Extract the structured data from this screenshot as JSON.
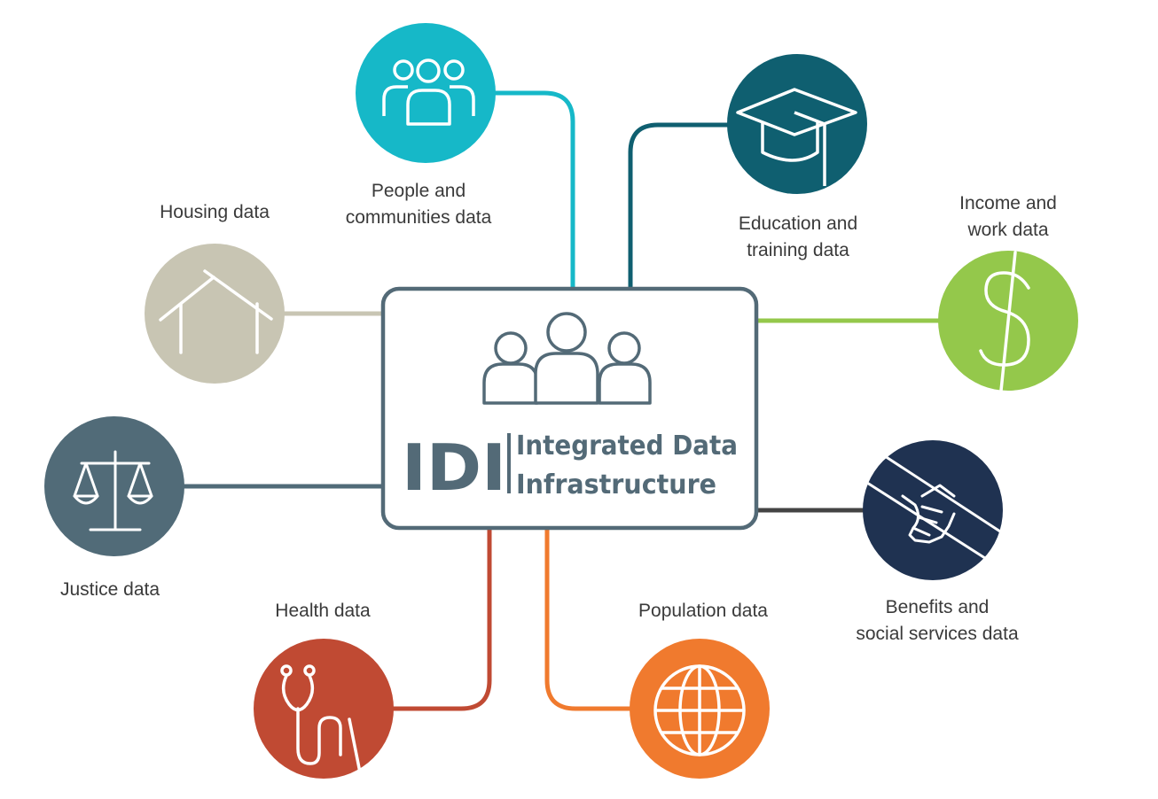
{
  "center": {
    "acronym": "IDI",
    "name_line1": "Integrated Data",
    "name_line2": "Infrastructure",
    "icon": "people-group-icon",
    "border_color": "#536a77"
  },
  "nodes": [
    {
      "id": "people",
      "label_lines": [
        "People and",
        "communities data"
      ],
      "icon": "people-group-icon",
      "color": "#16b8c8"
    },
    {
      "id": "education",
      "label_lines": [
        "Education and",
        "training data"
      ],
      "icon": "graduation-cap-icon",
      "color": "#0f5f70"
    },
    {
      "id": "income",
      "label_lines": [
        "Income and",
        "work data"
      ],
      "icon": "dollar-icon",
      "color": "#94c84b"
    },
    {
      "id": "benefits",
      "label_lines": [
        "Benefits and",
        "social services data"
      ],
      "icon": "handshake-icon",
      "color": "#1f3251"
    },
    {
      "id": "population",
      "label_lines": [
        "Population data"
      ],
      "icon": "globe-icon",
      "color": "#f07a2e"
    },
    {
      "id": "health",
      "label_lines": [
        "Health data"
      ],
      "icon": "stethoscope-icon",
      "color": "#c04a33"
    },
    {
      "id": "justice",
      "label_lines": [
        "Justice data"
      ],
      "icon": "scales-icon",
      "color": "#516b78"
    },
    {
      "id": "housing",
      "label_lines": [
        "Housing data"
      ],
      "icon": "house-icon",
      "color": "#c8c5b3"
    }
  ],
  "connector_colors": {
    "benefits": "#444444"
  }
}
